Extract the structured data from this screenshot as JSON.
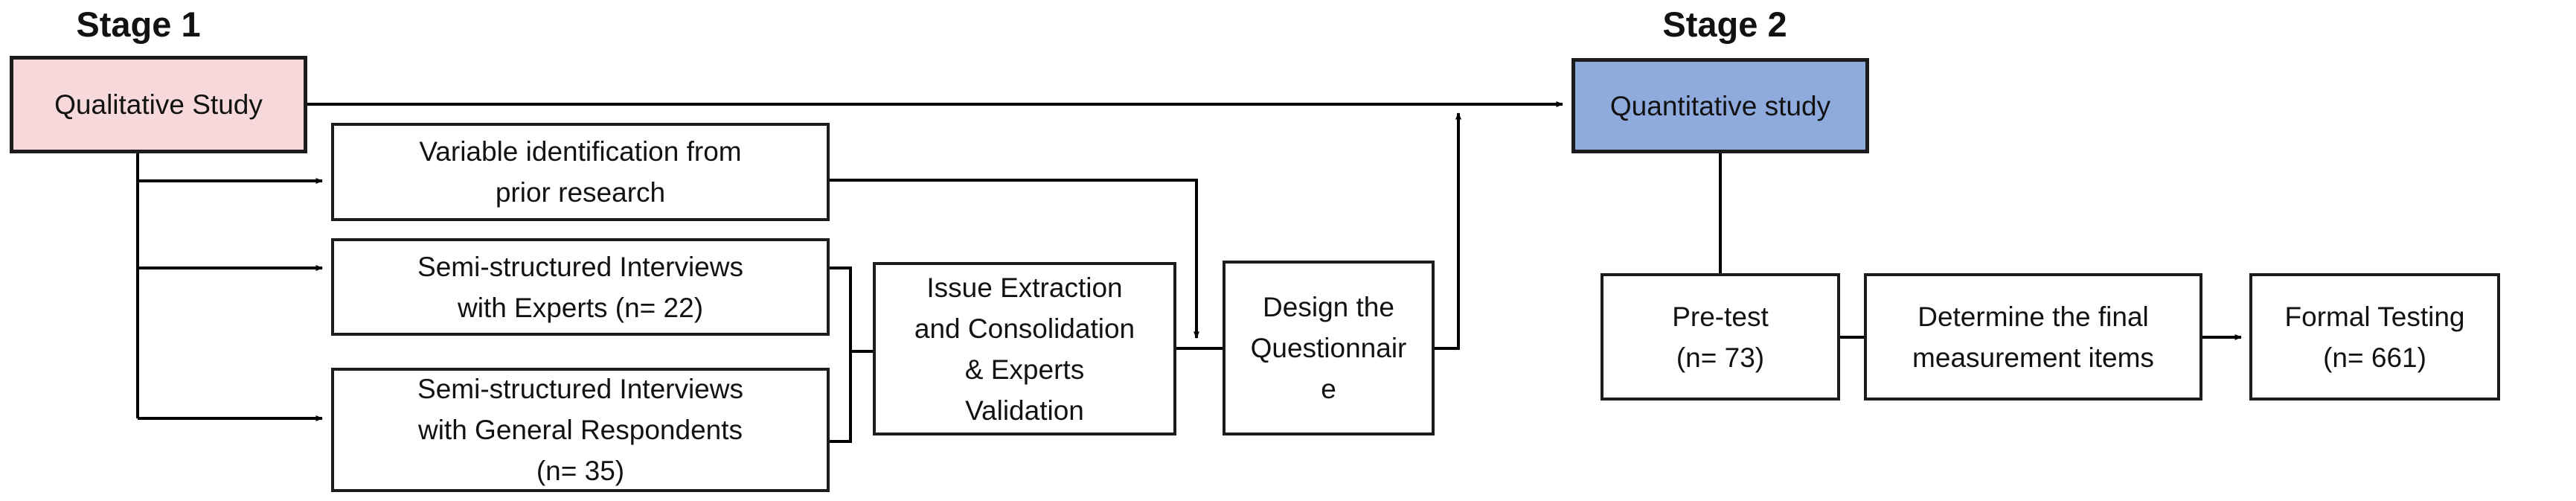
{
  "diagram": {
    "stage1": {
      "label": "Stage 1"
    },
    "stage2": {
      "label": "Stage 2"
    },
    "boxes": {
      "qualitative": {
        "label": "Qualitative Study"
      },
      "variable": {
        "label": "Variable identification from\nprior research"
      },
      "experts": {
        "label": "Semi-structured Interviews\nwith Experts (n= 22)"
      },
      "general": {
        "label": "Semi-structured Interviews\nwith General Respondents\n(n= 35)"
      },
      "issue": {
        "label": "Issue Extraction\nand Consolidation\n& Experts\nValidation"
      },
      "design": {
        "label": "Design the\nQuestionnair\ne"
      },
      "quantitative": {
        "label": "Quantitative study"
      },
      "pretest": {
        "label": "Pre-test\n(n= 73)"
      },
      "determine": {
        "label": "Determine the final\nmeasurement items"
      },
      "formal": {
        "label": "Formal Testing\n(n= 661)"
      }
    },
    "colors": {
      "stage1_fill": "#F7D9DC",
      "stage2_fill": "#8FAADC",
      "box_border": "#1C1C1C",
      "line": "#000000"
    }
  }
}
